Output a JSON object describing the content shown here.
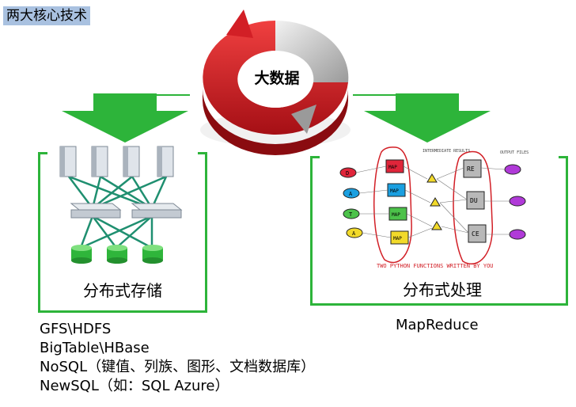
{
  "header": {
    "title": "两大核心技术"
  },
  "center": {
    "label": "大数据"
  },
  "left_panel": {
    "label": "分布式存储"
  },
  "right_panel": {
    "label": "分布式处理"
  },
  "storage_list": [
    "GFS\\HDFS",
    "BigTable\\HBase",
    "NoSQL（键值、列族、图形、文档数据库）",
    "NewSQL（如：SQL Azure）"
  ],
  "processing_list": [
    "MapReduce"
  ],
  "mapreduce_sketch": {
    "intermediate_label": "INTERMEDIATE RESULTS",
    "output_label": "OUTPUT FILES",
    "inputs": [
      "D",
      "A",
      "T",
      "A"
    ],
    "map_label": "MAP",
    "reducers": [
      "RE",
      "DU",
      "CE"
    ],
    "caption": "TWO PYTHON FUNCTIONS WRITTEN BY YOU"
  },
  "colors": {
    "green": "#2db43a",
    "red": "#d21f26",
    "header_bg": "#a9c1e0"
  }
}
